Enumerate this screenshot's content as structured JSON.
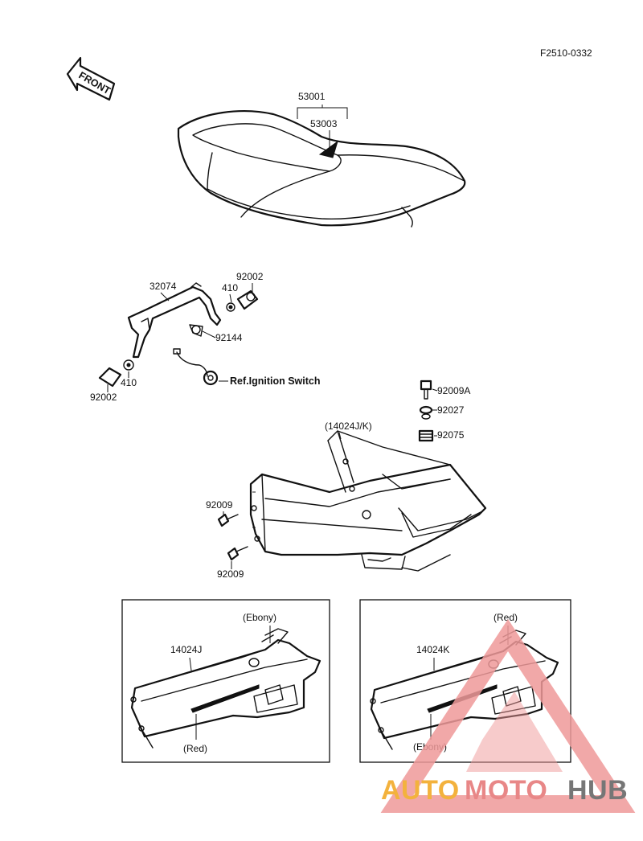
{
  "figure_code": "F2510-0332",
  "front_arrow_label": "FRONT",
  "parts": {
    "seat": "53001",
    "seat_strap": "53003",
    "bracket": "32074",
    "washer_top": "410",
    "bolt_top": "92002",
    "grommet": "92144",
    "washer_bottom": "410",
    "bolt_bottom": "92002",
    "ignition_ref": "Ref.Ignition Switch",
    "screw_a": "92009A",
    "washer_92027": "92027",
    "nut_92075": "92075",
    "cover_assembly": "(14024J/K)",
    "screw_upper": "92009",
    "screw_lower": "92009"
  },
  "variant_left": {
    "part": "14024J",
    "top_color": "(Ebony)",
    "bottom_color": "(Red)"
  },
  "variant_right": {
    "part": "14024K",
    "top_color": "(Red)",
    "bottom_color": "(Ebony)"
  },
  "watermark": {
    "part1": "AUTO",
    "part2": "MOTO",
    "part3": "HUB",
    "color_primary": "#f2a51c",
    "color_red": "#e53935",
    "color_dark": "#5f5f5f"
  }
}
